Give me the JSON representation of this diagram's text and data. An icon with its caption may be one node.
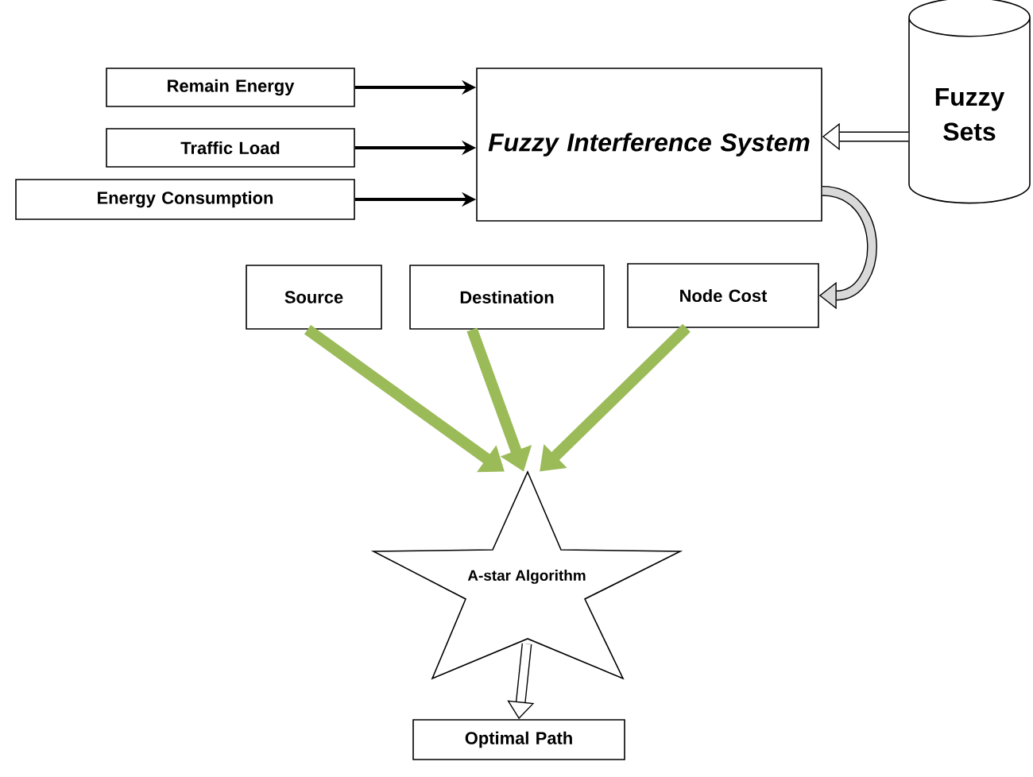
{
  "diagram": {
    "nodes": [
      {
        "text": [
          "Remain Energy"
        ]
      },
      {
        "text": [
          "Traffic Load"
        ]
      },
      {
        "text": [
          "Energy Consumption"
        ]
      },
      {
        "text": [
          "Fuzzy Interference System"
        ]
      },
      {
        "text": [
          "Fuzzy Sets"
        ]
      },
      {
        "text": [
          "Source"
        ]
      },
      {
        "text": [
          "Destination"
        ]
      },
      {
        "text": [
          "Node Cost"
        ]
      },
      {
        "text": [
          "A-star Algorithm"
        ]
      },
      {
        "text": [
          "Optimal Path"
        ]
      }
    ],
    "edges": [
      {
        "from": 0,
        "to": 3,
        "arrow": "to"
      },
      {
        "from": 1,
        "to": 3,
        "arrow": "to"
      },
      {
        "from": 2,
        "to": 3,
        "arrow": "to"
      },
      {
        "from": 4,
        "to": 3,
        "arrow": "to"
      },
      {
        "from": 3,
        "to": 7,
        "arrow": "to"
      },
      {
        "from": 5,
        "to": 8,
        "arrow": "to",
        "color": "#9bbb59"
      },
      {
        "from": 6,
        "to": 8,
        "arrow": "to",
        "color": "#9bbb59"
      },
      {
        "from": 7,
        "to": 8,
        "arrow": "to",
        "color": "#9bbb59"
      },
      {
        "from": 8,
        "to": 9,
        "arrow": "to"
      }
    ]
  }
}
